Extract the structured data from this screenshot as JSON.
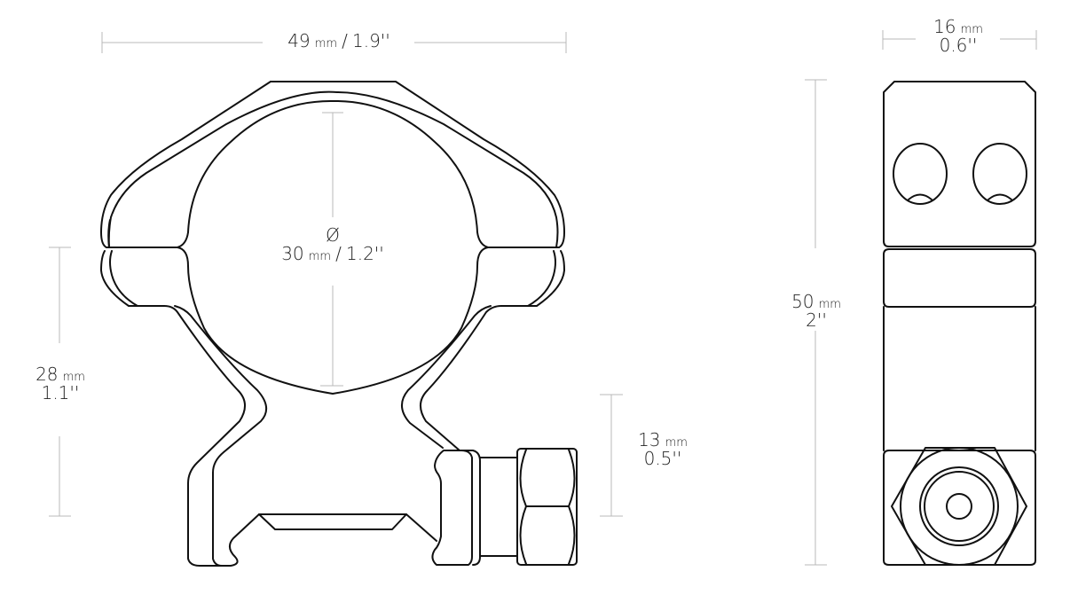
{
  "diagram": {
    "type": "technical-drawing",
    "subject": "scope ring mount",
    "views": [
      "front-view",
      "side-view"
    ]
  },
  "dimensions": {
    "width": {
      "value": "49",
      "unit": "mm",
      "sep": "/",
      "imperial": "1.9''"
    },
    "bore": {
      "symbol": "Ø",
      "value": "30",
      "unit": "mm",
      "sep": "/",
      "imperial": "1.2''"
    },
    "center_height": {
      "value": "28",
      "unit": "mm",
      "imperial": "1.1''"
    },
    "screw_height": {
      "value": "13",
      "unit": "mm",
      "imperial": "0.5''"
    },
    "ring_depth": {
      "value": "16",
      "unit": "mm",
      "imperial": "0.6''"
    },
    "total_height": {
      "value": "50",
      "unit": "mm",
      "imperial": "2''"
    }
  },
  "colors": {
    "outline": "#111111",
    "dimension_line": "#b8b8b8",
    "text": "#222222",
    "background": "#ffffff"
  }
}
